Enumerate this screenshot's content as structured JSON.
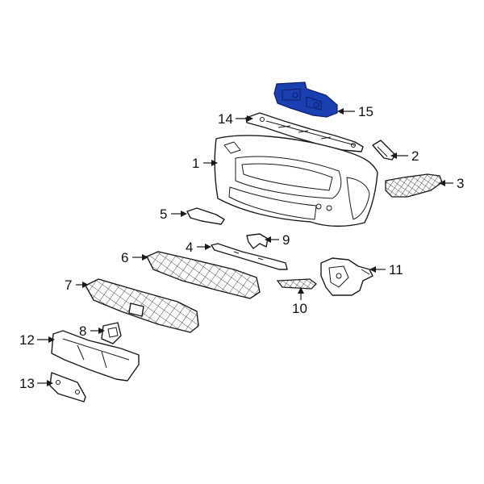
{
  "colors": {
    "highlight": "#1a3fb0",
    "line": "#1a1a1a",
    "background": "#ffffff"
  },
  "callouts": [
    "1",
    "2",
    "3",
    "4",
    "5",
    "6",
    "7",
    "8",
    "9",
    "10",
    "11",
    "12",
    "13",
    "14",
    "15"
  ]
}
